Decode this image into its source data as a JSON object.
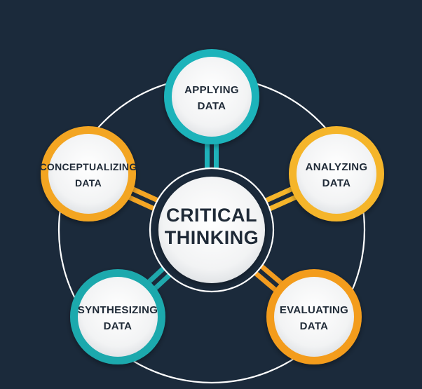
{
  "center": {
    "line1": "CRITICAL",
    "line2": "THINKING"
  },
  "nodes": [
    {
      "id": "applying",
      "line1": "APPLYING",
      "line2": "DATA",
      "color": "#1fb3ba"
    },
    {
      "id": "analyzing",
      "line1": "ANALYZING",
      "line2": "DATA",
      "color": "#f5b52a"
    },
    {
      "id": "evaluating",
      "line1": "EVALUATING",
      "line2": "DATA",
      "color": "#f39c1f"
    },
    {
      "id": "synthesizing",
      "line1": "SYNTHESIZING",
      "line2": "DATA",
      "color": "#1fa9ad"
    },
    {
      "id": "conceptualizing",
      "line1": "CONCEPTUALIZING",
      "line2": "DATA",
      "color": "#f3a524"
    }
  ],
  "colors": {
    "background": "#1b2a3b",
    "ring": "#ffffff",
    "node_fill": "#f4f5f6",
    "text": "#1f2a37"
  }
}
